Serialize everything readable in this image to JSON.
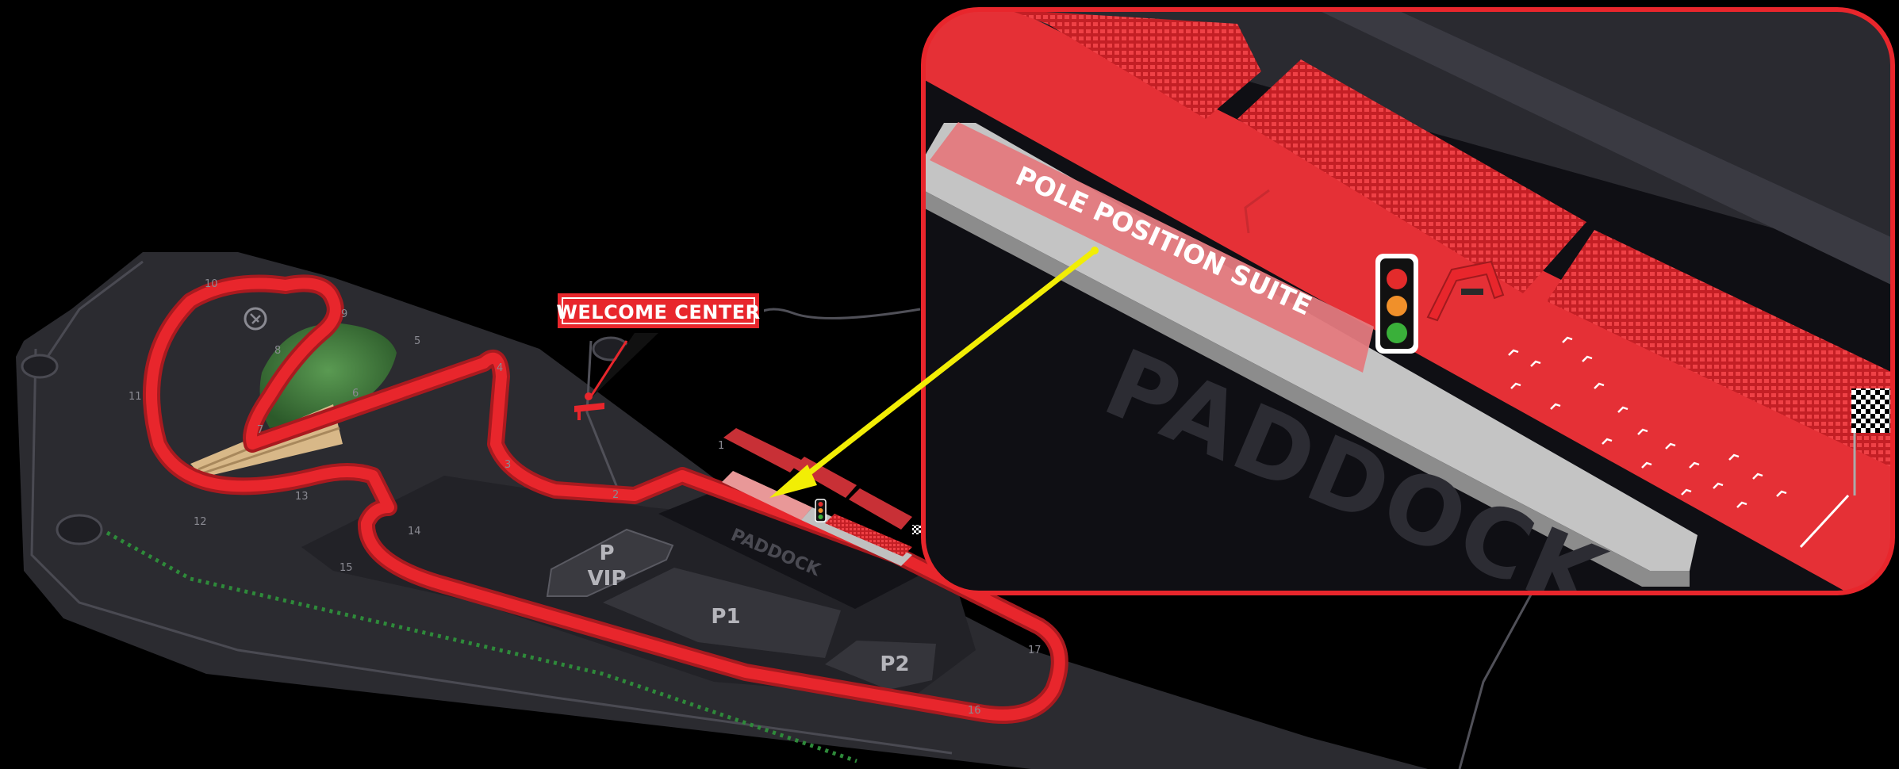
{
  "labels": {
    "welcome_center": "WELCOME CENTER",
    "vip_p": "P",
    "vip": "VIP",
    "p1": "P1",
    "p2": "P2",
    "paddock_small": "PADDOCK",
    "paddock_large": "PADDOCK",
    "pole_position_suite": "POLE POSITION SUITE"
  },
  "turns": [
    "1",
    "2",
    "3",
    "4",
    "5",
    "6",
    "7",
    "8",
    "9",
    "10",
    "11",
    "12",
    "13",
    "14",
    "15",
    "16",
    "17"
  ],
  "colors": {
    "background": "#000000",
    "track_red": "#e8262c",
    "asphalt": "#2e2e33",
    "zone_dark": "#17171c",
    "highlight_arrow": "#f2ee05",
    "grass_green": "#3f7a3a"
  },
  "icons": {
    "traffic_light": "traffic-light-icon",
    "checkered_flag": "checkered-flag-icon",
    "pin": "location-pin-icon"
  }
}
